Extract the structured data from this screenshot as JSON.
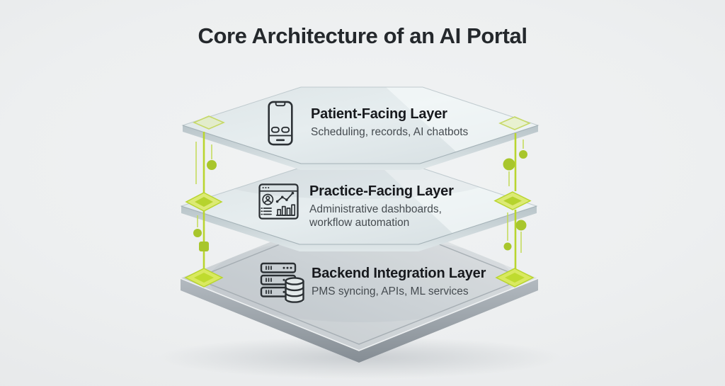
{
  "title": "Core Architecture of an AI Portal",
  "layers": [
    {
      "title": "Patient-Facing Layer",
      "subtitle_lines": [
        "Scheduling, records, AI chatbots"
      ],
      "icon": "smartphone-icon"
    },
    {
      "title": "Practice-Facing Layer",
      "subtitle_lines": [
        "Administrative dashboards,",
        "workflow automation"
      ],
      "icon": "dashboard-icon"
    },
    {
      "title": "Backend Integration Layer",
      "subtitle_lines": [
        "PMS syncing, APIs, ML services"
      ],
      "icon": "server-database-icon"
    }
  ],
  "colors": {
    "accent_green": "#b9d52f",
    "accent_green_dark": "#a8c62c",
    "accent_green_pale": "#dcea74",
    "glass_surface": "#e2e9eb",
    "metal_surface": "#ccd2d5",
    "title_text": "#24282c",
    "body_text": "#454b50"
  }
}
